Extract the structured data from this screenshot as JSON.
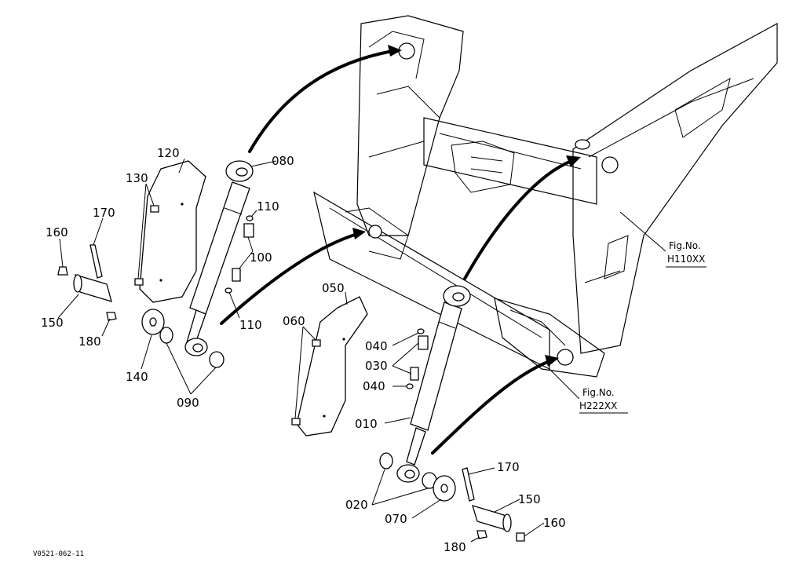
{
  "labels": {
    "p010": "010",
    "p020": "020",
    "p030": "030",
    "p040a": "040",
    "p040b": "040",
    "p050": "050",
    "p060": "060",
    "p070": "070",
    "p080": "080",
    "p090": "090",
    "p100": "100",
    "p110a": "110",
    "p110b": "110",
    "p120": "120",
    "p130": "130",
    "p140": "140",
    "p150a": "150",
    "p150b": "150",
    "p160a": "160",
    "p160b": "160",
    "p170a": "170",
    "p170b": "170",
    "p180a": "180",
    "p180b": "180"
  },
  "refs": {
    "fig1_title": "Fig.No.",
    "fig1_code": "H110XX",
    "fig2_title": "Fig.No.",
    "fig2_code": "H222XX"
  },
  "drawing_code": "V0521-062-11"
}
